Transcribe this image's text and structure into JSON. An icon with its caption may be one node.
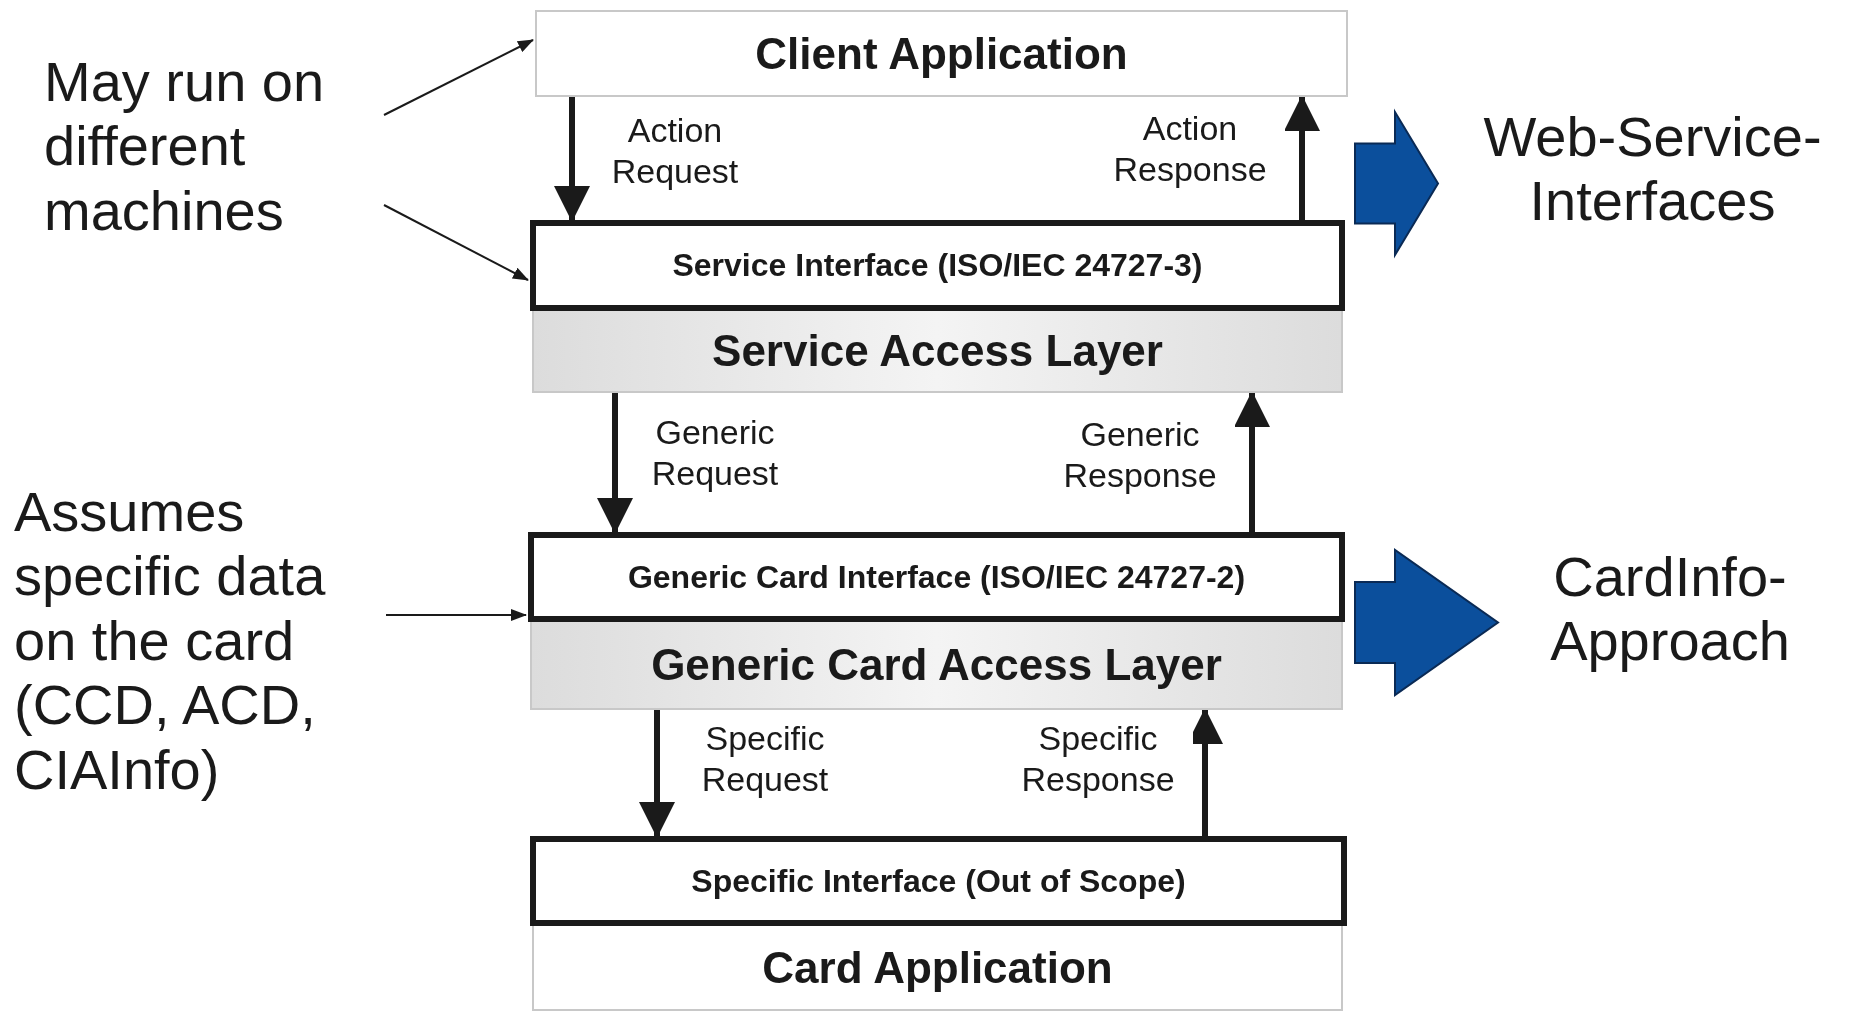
{
  "diagram": {
    "nodes": [
      {
        "text": [
          "Client Application"
        ]
      },
      {
        "text": [
          "Service Interface (ISO/IEC 24727-3)"
        ]
      },
      {
        "text": [
          "Service Access Layer"
        ]
      },
      {
        "text": [
          "Generic Card Interface (ISO/IEC 24727-2)"
        ]
      },
      {
        "text": [
          "Generic Card Access Layer"
        ]
      },
      {
        "text": [
          "Specific Interface (Out of Scope)"
        ]
      },
      {
        "text": [
          "Card Application"
        ]
      },
      {
        "text": [
          "May run on different machines"
        ]
      },
      {
        "text": [
          "Assumes specific data on the card (CCD, ACD, CIAInfo)"
        ]
      },
      {
        "text": [
          "Web-Service-Interfaces"
        ]
      },
      {
        "text": [
          "CardInfo-Approach"
        ]
      }
    ],
    "edges": [
      {
        "from": 0,
        "to": 1,
        "arrow": "to",
        "label": "Action Request"
      },
      {
        "from": 1,
        "to": 0,
        "arrow": "to",
        "label": "Action Response"
      },
      {
        "from": 2,
        "to": 3,
        "arrow": "to",
        "label": "Generic Request"
      },
      {
        "from": 3,
        "to": 2,
        "arrow": "to",
        "label": "Generic Response"
      },
      {
        "from": 4,
        "to": 5,
        "arrow": "to",
        "label": "Specific Request"
      },
      {
        "from": 5,
        "to": 4,
        "arrow": "to",
        "label": "Specific Response"
      },
      {
        "from": 7,
        "to": 0,
        "arrow": "to"
      },
      {
        "from": 7,
        "to": 1,
        "arrow": "to"
      },
      {
        "from": 8,
        "to": 3,
        "arrow": "to"
      },
      {
        "from": 1,
        "to": 9,
        "arrow": "to",
        "style": "thick",
        "color": "#0b4f9c"
      },
      {
        "from": 3,
        "to": 10,
        "arrow": "to",
        "style": "thick",
        "color": "#0b4f9c"
      }
    ]
  }
}
